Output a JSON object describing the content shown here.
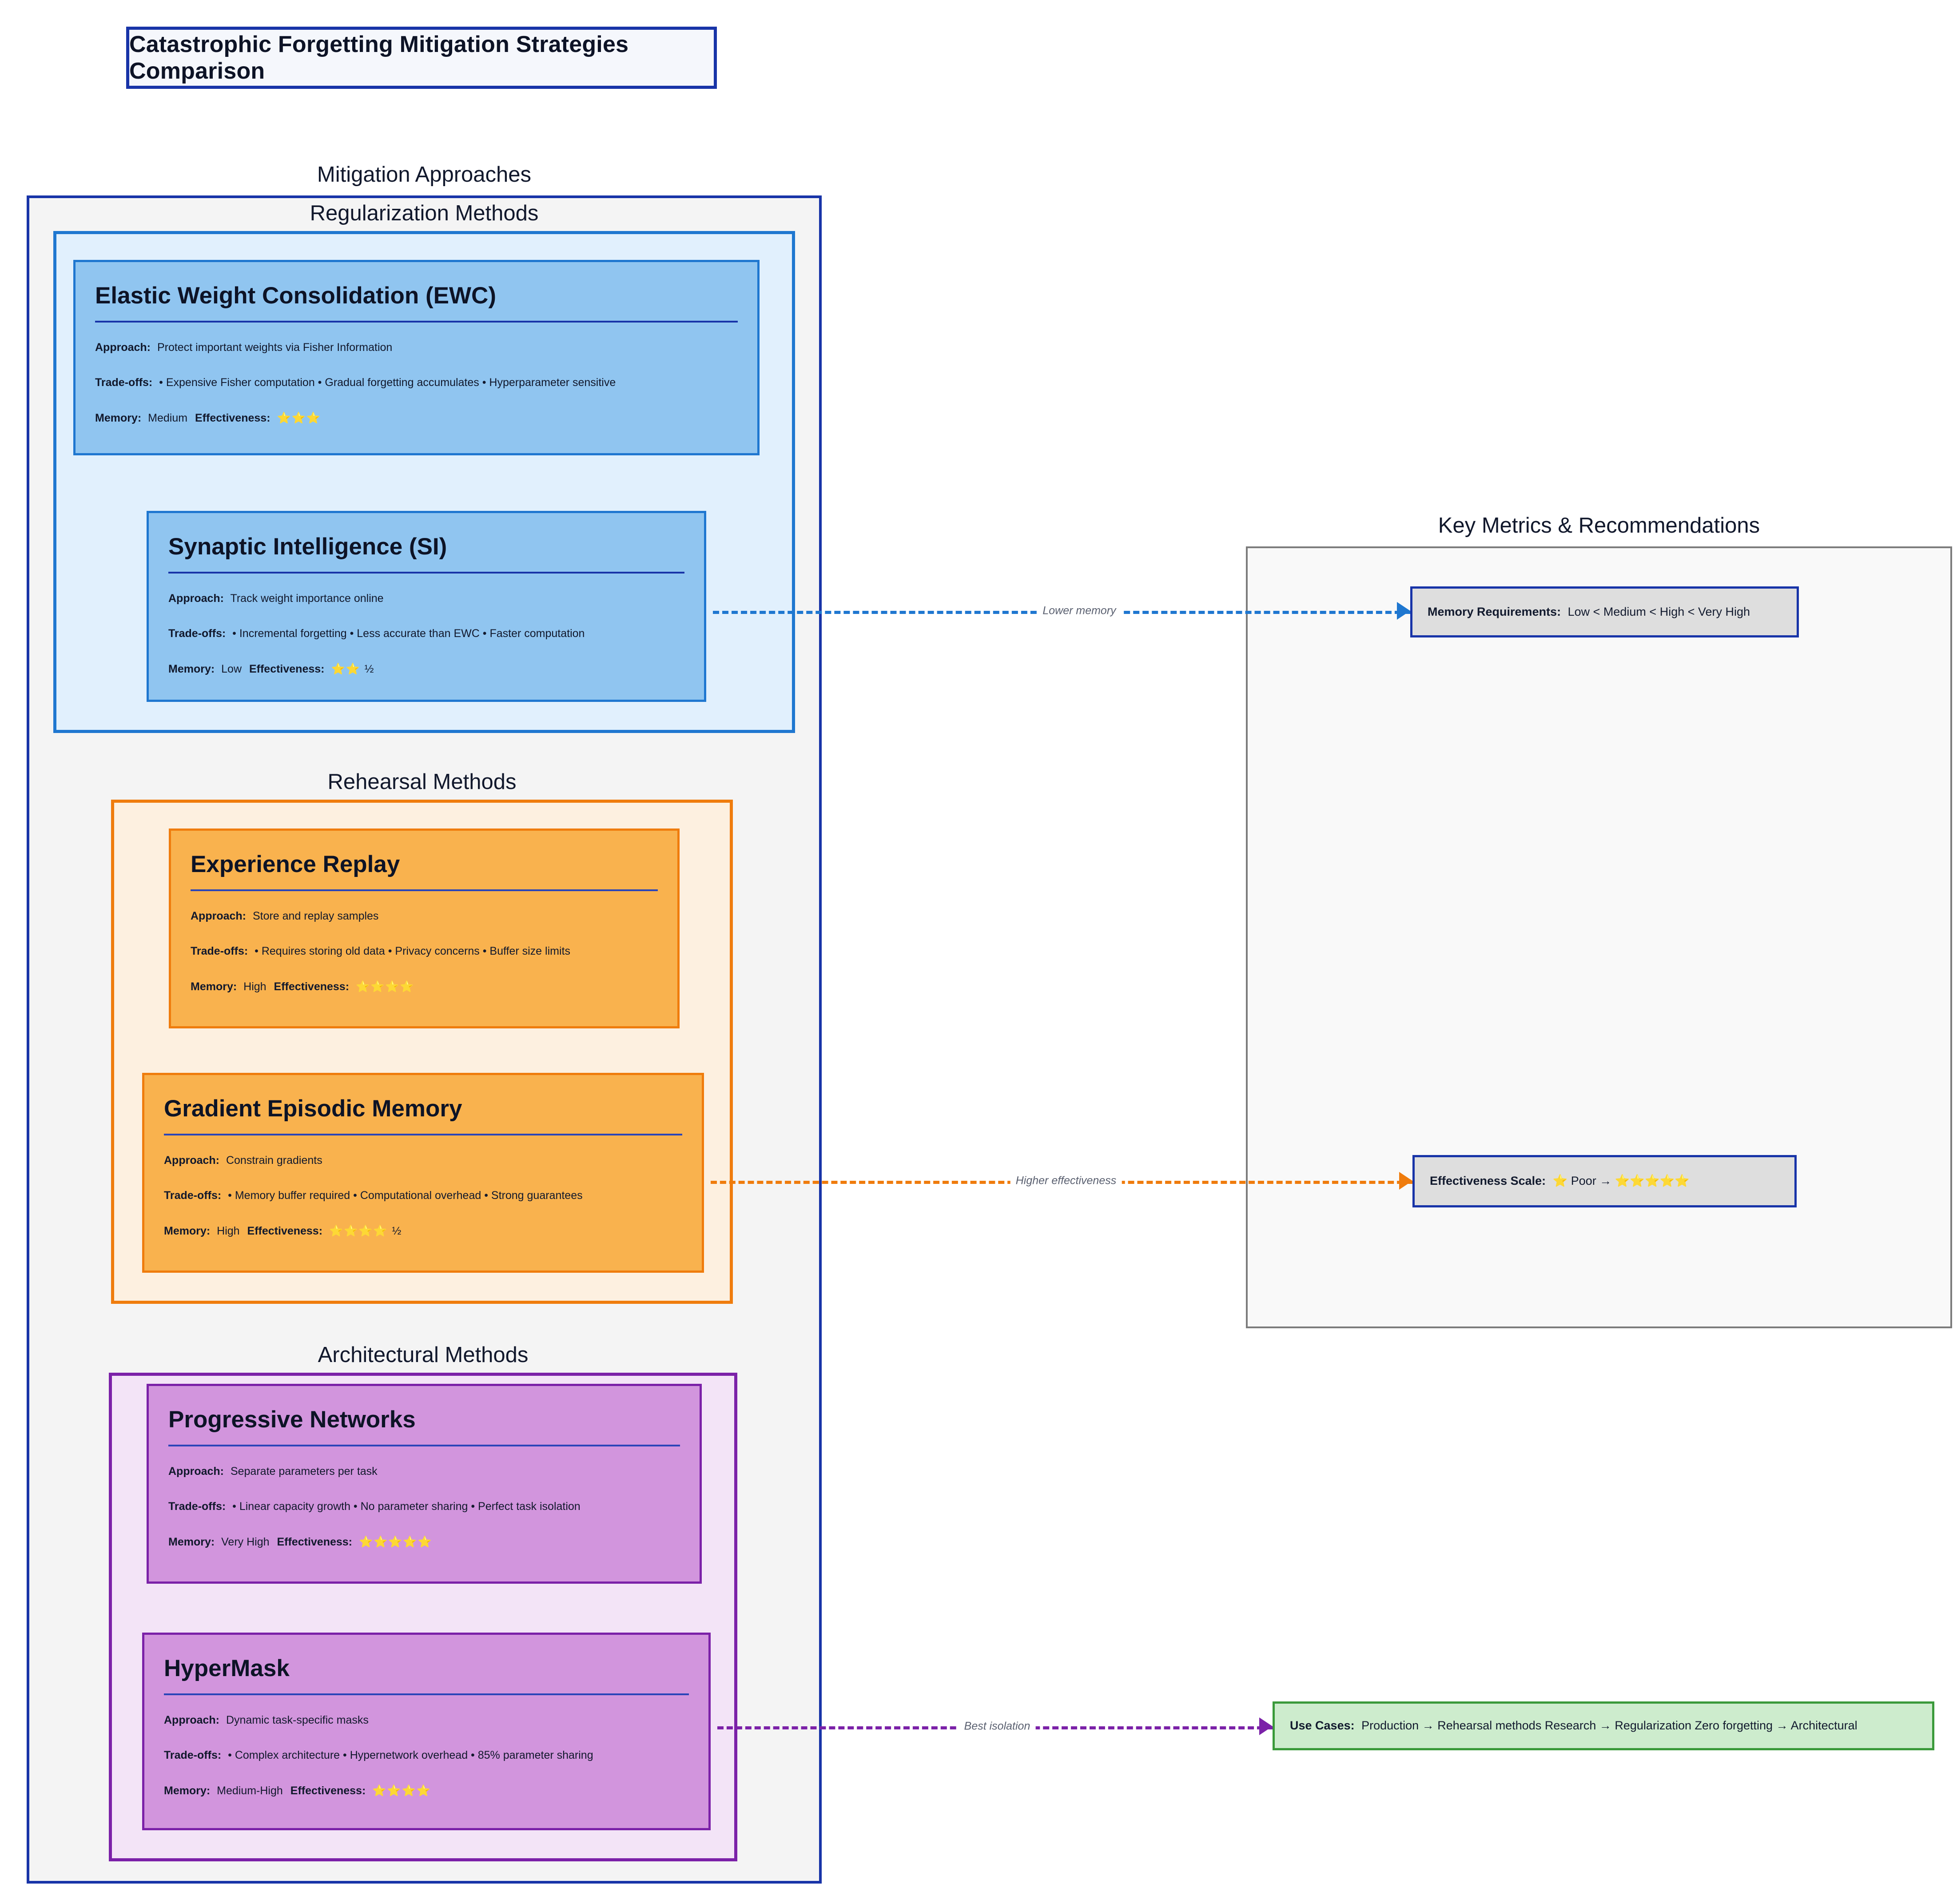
{
  "title": "Catastrophic Forgetting Mitigation Strategies Comparison",
  "clusters": {
    "mitigation": "Mitigation Approaches",
    "regularization": "Regularization Methods",
    "rehearsal": "Rehearsal Methods",
    "architectural": "Architectural Methods",
    "metrics": "Key Metrics & Recommendations"
  },
  "labels": {
    "approach": "Approach:",
    "tradeoffs": "Trade-offs:",
    "memory": "Memory:",
    "effectiveness": "Effectiveness:"
  },
  "cards": {
    "ewc": {
      "title": "Elastic Weight Consolidation (EWC)",
      "approach": "Protect important weights via Fisher Information",
      "tradeoffs": "• Expensive Fisher computation • Gradual forgetting accumulates • Hyperparameter sensitive",
      "memory": "Medium",
      "stars": "⭐⭐⭐",
      "rating": 3
    },
    "si": {
      "title": "Synaptic Intelligence (SI)",
      "approach": "Track weight importance online",
      "tradeoffs": "• Incremental forgetting • Less accurate than EWC • Faster computation",
      "memory": "Low",
      "stars": "⭐⭐ ½",
      "rating": 2.5
    },
    "er": {
      "title": "Experience Replay",
      "approach": "Store and replay samples",
      "tradeoffs": "• Requires storing old data • Privacy concerns • Buffer size limits",
      "memory": "High",
      "stars": "⭐⭐⭐⭐",
      "rating": 4
    },
    "gem": {
      "title": "Gradient Episodic Memory",
      "approach": "Constrain gradients",
      "tradeoffs": "• Memory buffer required • Computational overhead • Strong guarantees",
      "memory": "High",
      "stars": "⭐⭐⭐⭐ ½",
      "rating": 4.5
    },
    "pn": {
      "title": "Progressive Networks",
      "approach": "Separate parameters per task",
      "tradeoffs": "• Linear capacity growth • No parameter sharing • Perfect task isolation",
      "memory": "Very High",
      "stars": "⭐⭐⭐⭐⭐",
      "rating": 5
    },
    "hm": {
      "title": "HyperMask",
      "approach": "Dynamic task-specific masks",
      "tradeoffs": "• Complex architecture • Hypernetwork overhead • 85% parameter sharing",
      "memory": "Medium-High",
      "stars": "⭐⭐⭐⭐",
      "rating": 4
    }
  },
  "pills": {
    "memory": {
      "label": "Memory Requirements:",
      "value": "Low < Medium < High < Very High"
    },
    "effectiveness": {
      "label": "Effectiveness Scale:",
      "value": "⭐ Poor → ⭐⭐⭐⭐⭐"
    },
    "usecases": {
      "label": "Use Cases:",
      "value": "Production → Rehearsal methods Research → Regularization Zero forgetting → Architectural"
    }
  },
  "edges": {
    "lower_memory": "Lower memory",
    "higher_effectiveness": "Higher effectiveness",
    "best_isolation": "Best isolation"
  },
  "colors": {
    "title_border": "#1834a8",
    "regularization": "#1f77d0",
    "rehearsal": "#ef7c0d",
    "architectural": "#7b21a8",
    "usecases": "#3a9a3a"
  }
}
